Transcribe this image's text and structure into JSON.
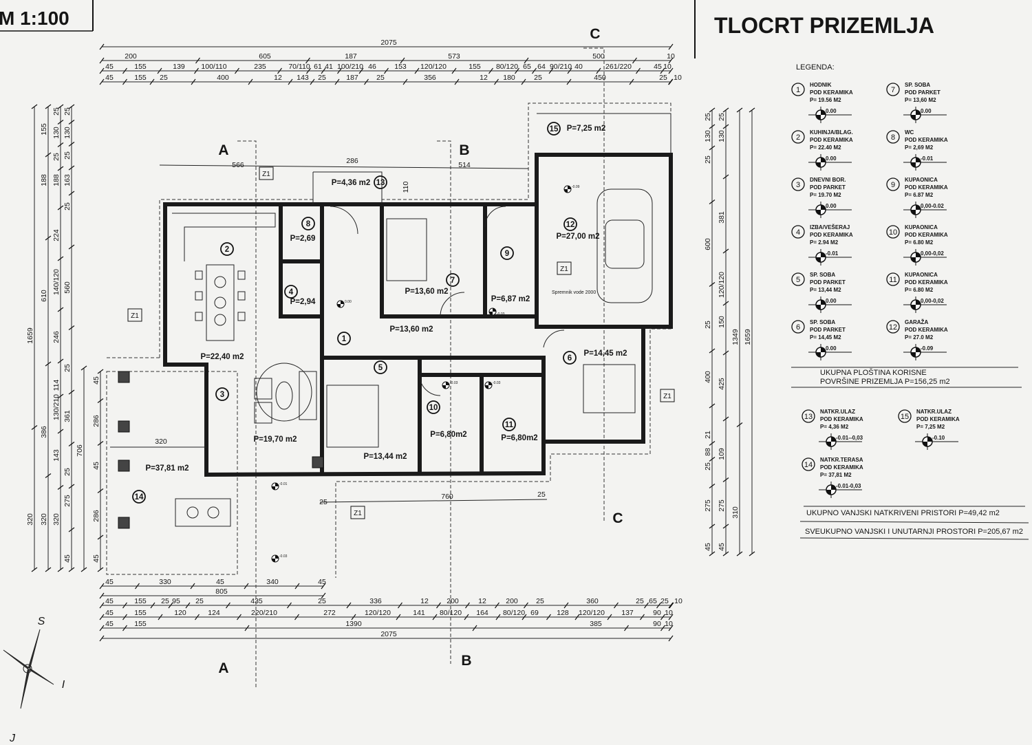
{
  "header": {
    "scale": "M 1:100",
    "title": "TLOCRT PRIZEMLJA"
  },
  "sections": {
    "a": "A",
    "b": "B",
    "c": "C"
  },
  "dimensions": {
    "top": [
      [
        "2075"
      ],
      [
        "200",
        "605",
        "187",
        "573",
        "500",
        "10"
      ],
      [
        "45",
        "155",
        "139",
        "100/110",
        "235",
        "70/110",
        "61",
        "41",
        "100/210",
        "46",
        "153",
        "120/120",
        "155",
        "80/120",
        "65",
        "64",
        "90/210",
        "40",
        "261/220",
        "45",
        "10"
      ],
      [
        "45",
        "155",
        "25",
        "400",
        "12",
        "143",
        "25",
        "187",
        "25",
        "356",
        "12",
        "180",
        "25",
        "450",
        "25",
        "10"
      ]
    ],
    "bottom": [
      [
        "45",
        "330",
        "45",
        "340",
        "45"
      ],
      [
        "805"
      ],
      [
        "45",
        "155",
        "25",
        "95",
        "25",
        "435",
        "25",
        "336",
        "12",
        "200",
        "12",
        "200",
        "25",
        "360",
        "25",
        "65",
        "25",
        "10"
      ],
      [
        "45",
        "155",
        "120",
        "124",
        "220/210",
        "272",
        "120/120",
        "141",
        "80/120",
        "164",
        "80/120",
        "69",
        "128",
        "120/120",
        "137",
        "90",
        "10"
      ],
      [
        "45",
        "155",
        "1390",
        "385",
        "90",
        "10"
      ],
      [
        "2075"
      ]
    ],
    "left": [
      [
        "1659",
        "320"
      ],
      [
        "155",
        "188",
        "610",
        "386",
        "320"
      ],
      [
        "25",
        "130",
        "25",
        "188",
        "224",
        "140/120",
        "246",
        "114",
        "130/210",
        "143",
        "320"
      ],
      [
        "25",
        "130",
        "25",
        "163",
        "25",
        "560",
        "25",
        "361",
        "25",
        "275",
        "45"
      ],
      [
        "706"
      ],
      [
        "45",
        "286",
        "45",
        "286",
        "45"
      ]
    ],
    "right": [
      [
        "25",
        "130",
        "25",
        "600",
        "25",
        "400",
        "21",
        "88",
        "25",
        "275",
        "45"
      ],
      [
        "25",
        "130",
        "381",
        "120/120",
        "150",
        "425",
        "109",
        "275",
        "45"
      ],
      [
        "1349",
        "310"
      ],
      [
        "1659"
      ]
    ],
    "plan": [
      "566",
      "286",
      "514",
      "110",
      "320",
      "760",
      "25",
      "25"
    ]
  },
  "plan": {
    "z_label": "Z1",
    "tank_label": "Spremnik vode 2000",
    "rooms": [
      {
        "num": "1",
        "area": "P=13,60 m2"
      },
      {
        "num": "2",
        "area": "P=22,40 m2"
      },
      {
        "num": "3",
        "area": "P=19,70 m2"
      },
      {
        "num": "4",
        "area": "P=2,94"
      },
      {
        "num": "5",
        "area": "P=13,44 m2"
      },
      {
        "num": "6",
        "area": "P=14,45 m2"
      },
      {
        "num": "7",
        "area": "P=13,60 m2"
      },
      {
        "num": "8",
        "area": "P=2,69"
      },
      {
        "num": "9",
        "area": "P=6,87 m2"
      },
      {
        "num": "10",
        "area": "P=6,80m2"
      },
      {
        "num": "11",
        "area": "P=6,80m2"
      },
      {
        "num": "12",
        "area": "P=27,00 m2"
      },
      {
        "num": "13",
        "area": "P=4,36 m2"
      },
      {
        "num": "14",
        "area": "P=37,81 m2"
      },
      {
        "num": "15",
        "area": "P=7,25 m2"
      }
    ],
    "levels": [
      "0.00",
      "-0.09",
      "-0.03",
      "-0.03",
      "-0.03",
      "-0.01",
      "-0.03"
    ]
  },
  "legend": {
    "title": "LEGENDA:",
    "items": [
      {
        "num": "1",
        "name": "HODNIK",
        "floor": "POD KERAMIKA",
        "area": "P= 19.56 M2",
        "level": "0.00"
      },
      {
        "num": "2",
        "name": "KUHINJA/BLAG.",
        "floor": "POD KERAMIKA",
        "area": "P= 22.40 M2",
        "level": "0.00"
      },
      {
        "num": "3",
        "name": "DNEVNI BOR.",
        "floor": "POD PARKET",
        "area": "P= 19.70 M2",
        "level": "0.00"
      },
      {
        "num": "4",
        "name": "IZBA/VEŠERAJ",
        "floor": "POD KERAMIKA",
        "area": "P= 2.94 M2",
        "level": "-0.01"
      },
      {
        "num": "5",
        "name": "SP. SOBA",
        "floor": "POD PARKET",
        "area": "P= 13,44 M2",
        "level": "0.00"
      },
      {
        "num": "6",
        "name": "SP. SOBA",
        "floor": "POD PARKET",
        "area": "P= 14,45 M2",
        "level": "0.00"
      },
      {
        "num": "7",
        "name": "SP. SOBA",
        "floor": "POD PARKET",
        "area": "P= 13,60 M2",
        "level": "0.00"
      },
      {
        "num": "8",
        "name": "WC",
        "floor": "POD KERAMIKA",
        "area": "P= 2,69 M2",
        "level": "-0.01"
      },
      {
        "num": "9",
        "name": "KUPAONICA",
        "floor": "POD KERAMIKA",
        "area": "P= 6.87 M2",
        "level": "0,00-0.02"
      },
      {
        "num": "10",
        "name": "KUPAONICA",
        "floor": "POD KERAMIKA",
        "area": "P= 6.80 M2",
        "level": "0,00-0,02"
      },
      {
        "num": "11",
        "name": "KUPAONICA",
        "floor": "POD KERAMIKA",
        "area": "P= 6.80 M2",
        "level": "0,00-0,02"
      },
      {
        "num": "12",
        "name": "GARAŽA",
        "floor": "POD KERAMIKA",
        "area": "P= 27.0 M2",
        "level": "-0.09"
      }
    ],
    "total_useful": [
      "UKUPNA PLOŠTINA KORISNE",
      "POVRŠINE PRIZEMLJA P=156,25 m2"
    ],
    "outdoor_items": [
      {
        "num": "13",
        "name": "NATKR.ULAZ",
        "floor": "POD KERAMIKA",
        "area": "P= 4,36 M2",
        "level": "-0.01--0,03"
      },
      {
        "num": "15",
        "name": "NATKR.ULAZ",
        "floor": "POD KERAMIKA",
        "area": "P= 7,25 M2",
        "level": "-0.10"
      },
      {
        "num": "14",
        "name": "NATKR.TERASA",
        "floor": "POD KERAMIKA",
        "area": "P= 37,81 M2",
        "level": "-0.01-0,03"
      }
    ],
    "outdoor_total": "UKUPNO VANJSKI NATKRIVENI PRISTORI  P=49,42 m2",
    "overall_total": "SVEUKUPNO VANJSKI I UNUTARNJI PROSTORI  P=205,67 m2"
  },
  "compass": {
    "letters": [
      "S",
      "I",
      "J"
    ]
  }
}
